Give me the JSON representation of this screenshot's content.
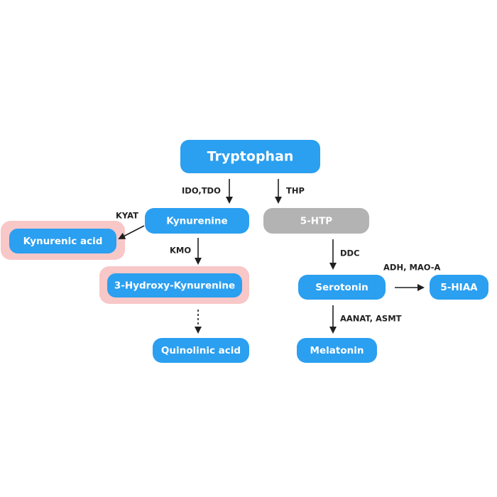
{
  "colors": {
    "node_blue": "#2b9ff0",
    "node_gray": "#b3b3b3",
    "highlight_pink": "#f8c7c7",
    "arrow": "#1f1f1f"
  },
  "nodes": {
    "tryptophan": "Tryptophan",
    "kynurenine": "Kynurenine",
    "five_htp": "5-HTP",
    "kynurenic_acid": "Kynurenic acid",
    "hydroxy_kynurenine": "3-Hydroxy-Kynurenine",
    "serotonin": "Serotonin",
    "five_hiaa": "5-HIAA",
    "quinolinic_acid": "Quinolinic acid",
    "melatonin": "Melatonin"
  },
  "edges": {
    "ido_tdo": "IDO,TDO",
    "thp": "THP",
    "kyat": "KYAT",
    "kmo": "KMO",
    "ddc": "DDC",
    "adh_mao_a": "ADH, MAO-A",
    "aanat_asmt": "AANAT, ASMT"
  }
}
